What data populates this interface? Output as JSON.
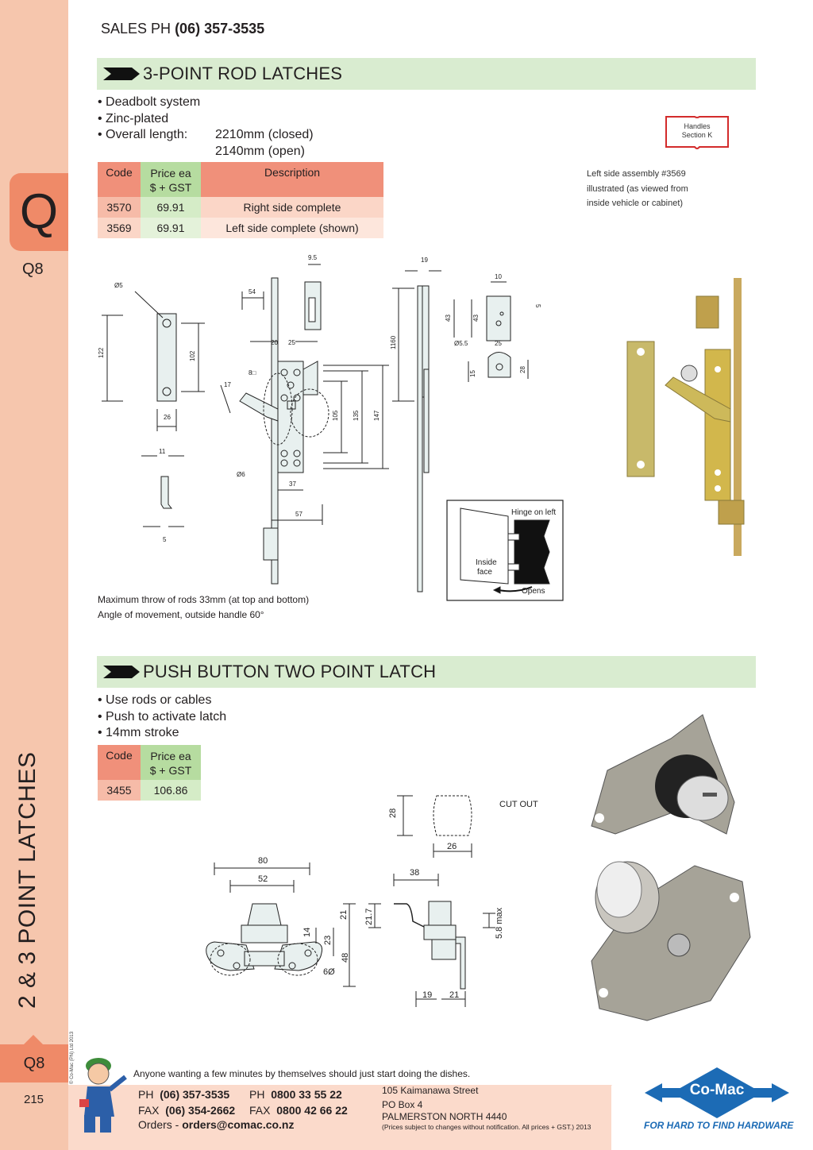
{
  "header": {
    "sales_prefix": "SALES  PH",
    "sales_phone": "(06) 357-3535"
  },
  "sidebar": {
    "letter": "Q",
    "page_code": "Q8",
    "section_title": "2 & 3 POINT LATCHES",
    "copyright": "© Co-Mac (PN) Ltd 2013",
    "bottom_code": "Q8",
    "page_number": "215"
  },
  "section1": {
    "title": "3-POINT ROD LATCHES",
    "bullets": [
      "Deadbolt system",
      "Zinc-plated",
      "Overall length:"
    ],
    "length_closed": "2210mm (closed)",
    "length_open": "2140mm (open)",
    "table": {
      "headers": {
        "code": "Code",
        "price_1": "Price ea",
        "price_2": "$ + GST",
        "description": "Description"
      },
      "rows": [
        {
          "code": "3570",
          "price": "69.91",
          "description": "Right side complete"
        },
        {
          "code": "3569",
          "price": "69.91",
          "description": "Left side complete (shown)"
        }
      ]
    },
    "handles_ref": [
      "Handles",
      "Section K"
    ],
    "assembly_note": [
      "Left side assembly #3569",
      "illustrated (as viewed from",
      "inside vehicle or cabinet)"
    ],
    "dims": [
      "Ø5",
      "122",
      "102",
      "26",
      "11",
      "5",
      "54",
      "9.5",
      "20",
      "25",
      "8□",
      "17",
      "105",
      "135",
      "147",
      "Ø6",
      "37",
      "57",
      "19",
      "1160",
      "10",
      "5",
      "43",
      "43",
      "Ø5.5",
      "25",
      "15",
      "28"
    ],
    "inset": {
      "hinge": "Hinge on left",
      "inside_1": "Inside",
      "inside_2": "face",
      "opens": "Opens"
    },
    "notes": [
      "Maximum throw of rods 33mm (at top and bottom)",
      "Angle of movement, outside handle 60°"
    ]
  },
  "section2": {
    "title": "PUSH BUTTON TWO POINT LATCH",
    "bullets": [
      "Use rods or cables",
      "Push to activate latch",
      "14mm stroke"
    ],
    "table": {
      "headers": {
        "code": "Code",
        "price_1": "Price ea",
        "price_2": "$ + GST"
      },
      "rows": [
        {
          "code": "3455",
          "price": "106.86"
        }
      ]
    },
    "cutout_label": "CUT OUT",
    "dims": [
      "28",
      "26",
      "80",
      "52",
      "21",
      "14",
      "23",
      "48",
      "6Ø",
      "21.7",
      "38",
      "5.8 max",
      "19",
      "21"
    ]
  },
  "footer": {
    "tagline": "Anyone wanting a few minutes by themselves should just start doing the dishes.",
    "ph_label": "PH",
    "ph": "(06) 357-3535",
    "fax_label": "FAX",
    "fax": "(06) 354-2662",
    "ph2_label": "PH",
    "ph2": "0800 33 55 22",
    "fax2_label": "FAX",
    "fax2": "0800 42 66 22",
    "orders_label": "Orders -",
    "orders_email": "orders@comac.co.nz",
    "address": [
      "105 Kaimanawa Street",
      "PO Box 4",
      "PALMERSTON NORTH 4440"
    ],
    "disclaimer": "(Prices subject to changes without notification.  All prices + GST.)  2013",
    "logo_text": "Co-Mac",
    "slogan": "FOR HARD TO FIND HARDWARE"
  },
  "colors": {
    "salmon": "#ef8a68",
    "green": "#d9ecd0",
    "logo_blue": "#1c6bb5"
  }
}
